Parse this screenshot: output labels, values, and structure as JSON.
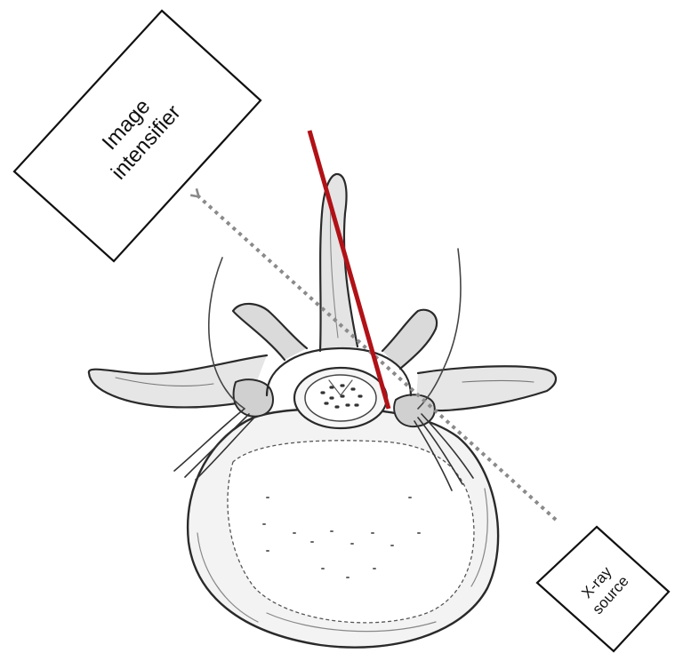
{
  "labels": {
    "image_intensifier": [
      "Image",
      "intensifier"
    ],
    "xray_source": [
      "X-ray",
      "source"
    ]
  },
  "colors": {
    "needle": "#b01218",
    "beam": "#8a8a8a",
    "outline": "#111111",
    "bone_shade": "#d9d9d9"
  },
  "icons": {
    "needle": "needle-trajectory-line",
    "beam": "xray-beam-arrow",
    "vertebra": "lumbar-vertebra-illustration"
  }
}
